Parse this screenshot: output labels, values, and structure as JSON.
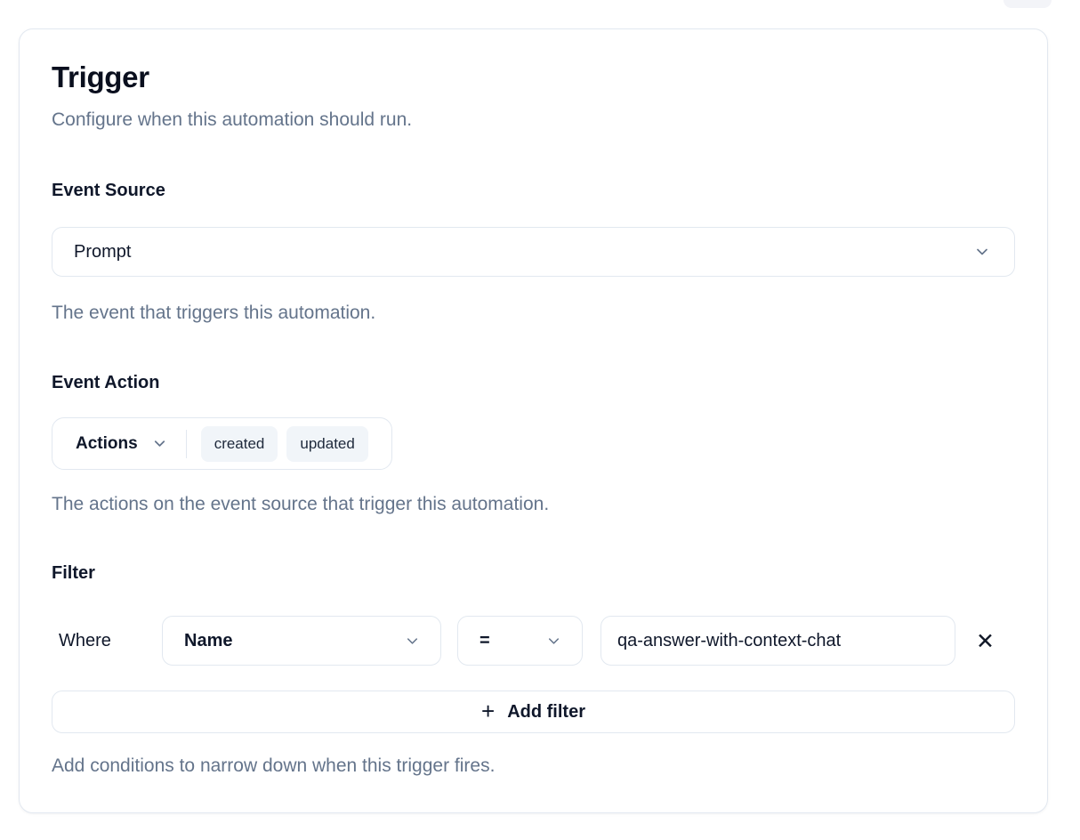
{
  "colors": {
    "page-bg": "#ffffff",
    "card-bg": "#ffffff",
    "border": "#e2e8f0",
    "text-dark": "#0f172a",
    "title-dark": "#0a0f1e",
    "text-gray": "#64748b",
    "badge-bg": "#f1f5f9",
    "icon-gray": "#64748b"
  },
  "icons": {
    "plus": "+",
    "close": "✕"
  },
  "card": {
    "title": "Trigger",
    "subtitle": "Configure when this automation should run.",
    "event_source": {
      "label": "Event Source",
      "value": "Prompt",
      "helper": "The event that triggers this automation."
    },
    "event_action": {
      "label": "Event Action",
      "dropdown_value": "Actions",
      "badges": [
        "created",
        "updated"
      ],
      "helper": "The actions on the event source that trigger this automation."
    },
    "filter": {
      "label": "Filter",
      "where_label": "Where",
      "field_value": "Name",
      "operator_value": "=",
      "value_input": "qa-answer-with-context-chat",
      "add_button_label": "Add filter",
      "helper": "Add conditions to narrow down when this trigger fires."
    }
  }
}
